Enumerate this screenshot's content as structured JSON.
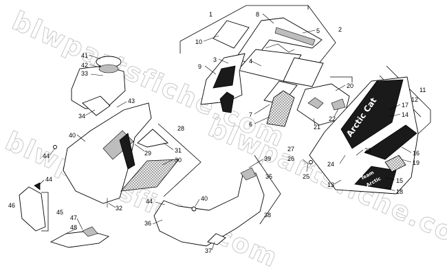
{
  "watermark": "blwpartsfiche.com",
  "decals": {
    "windshield_decal": "Arctic Cat",
    "side_decal_line1": "Team",
    "side_decal_line2": "Arctic"
  },
  "callouts": [
    "1",
    "2",
    "3",
    "4",
    "5",
    "6",
    "7",
    "8",
    "9",
    "10",
    "11",
    "12",
    "13",
    "14",
    "15",
    "16",
    "17",
    "18",
    "19",
    "20",
    "21",
    "22",
    "23",
    "24",
    "25",
    "26",
    "27",
    "28",
    "29",
    "30",
    "31",
    "32",
    "33",
    "34",
    "35",
    "36",
    "37",
    "38",
    "39",
    "40",
    "40",
    "41",
    "42",
    "43",
    "44",
    "44",
    "44",
    "45",
    "46",
    "47",
    "48"
  ]
}
